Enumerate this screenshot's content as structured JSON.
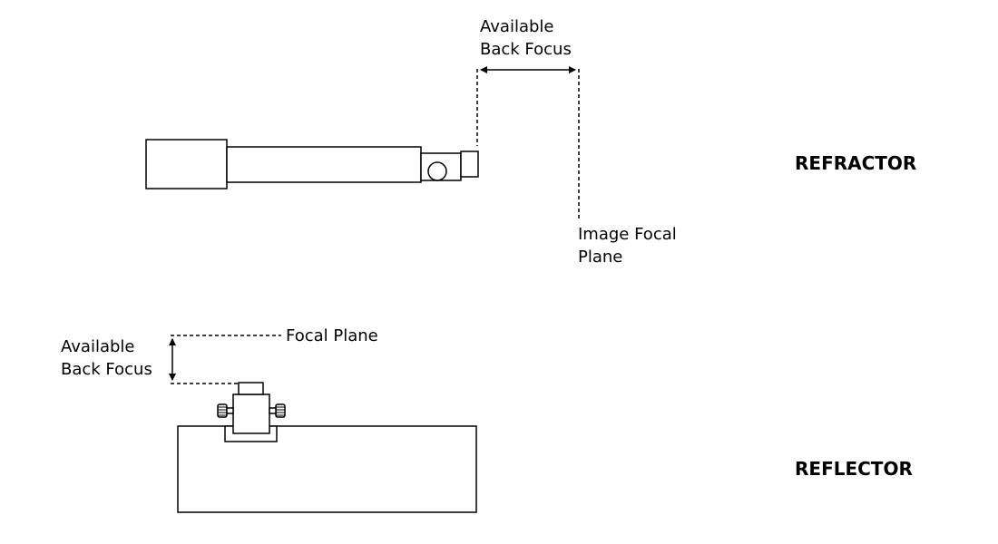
{
  "refractor": {
    "title": "REFRACTOR",
    "back_focus_label": [
      "Available",
      "Back Focus"
    ],
    "focal_plane_label": [
      "Image Focal",
      "Plane"
    ]
  },
  "reflector": {
    "title": "REFLECTOR",
    "back_focus_label": [
      "Available",
      "Back Focus"
    ],
    "focal_plane_label": "Focal Plane"
  },
  "colors": {
    "line": "#000000",
    "background": "#ffffff"
  }
}
